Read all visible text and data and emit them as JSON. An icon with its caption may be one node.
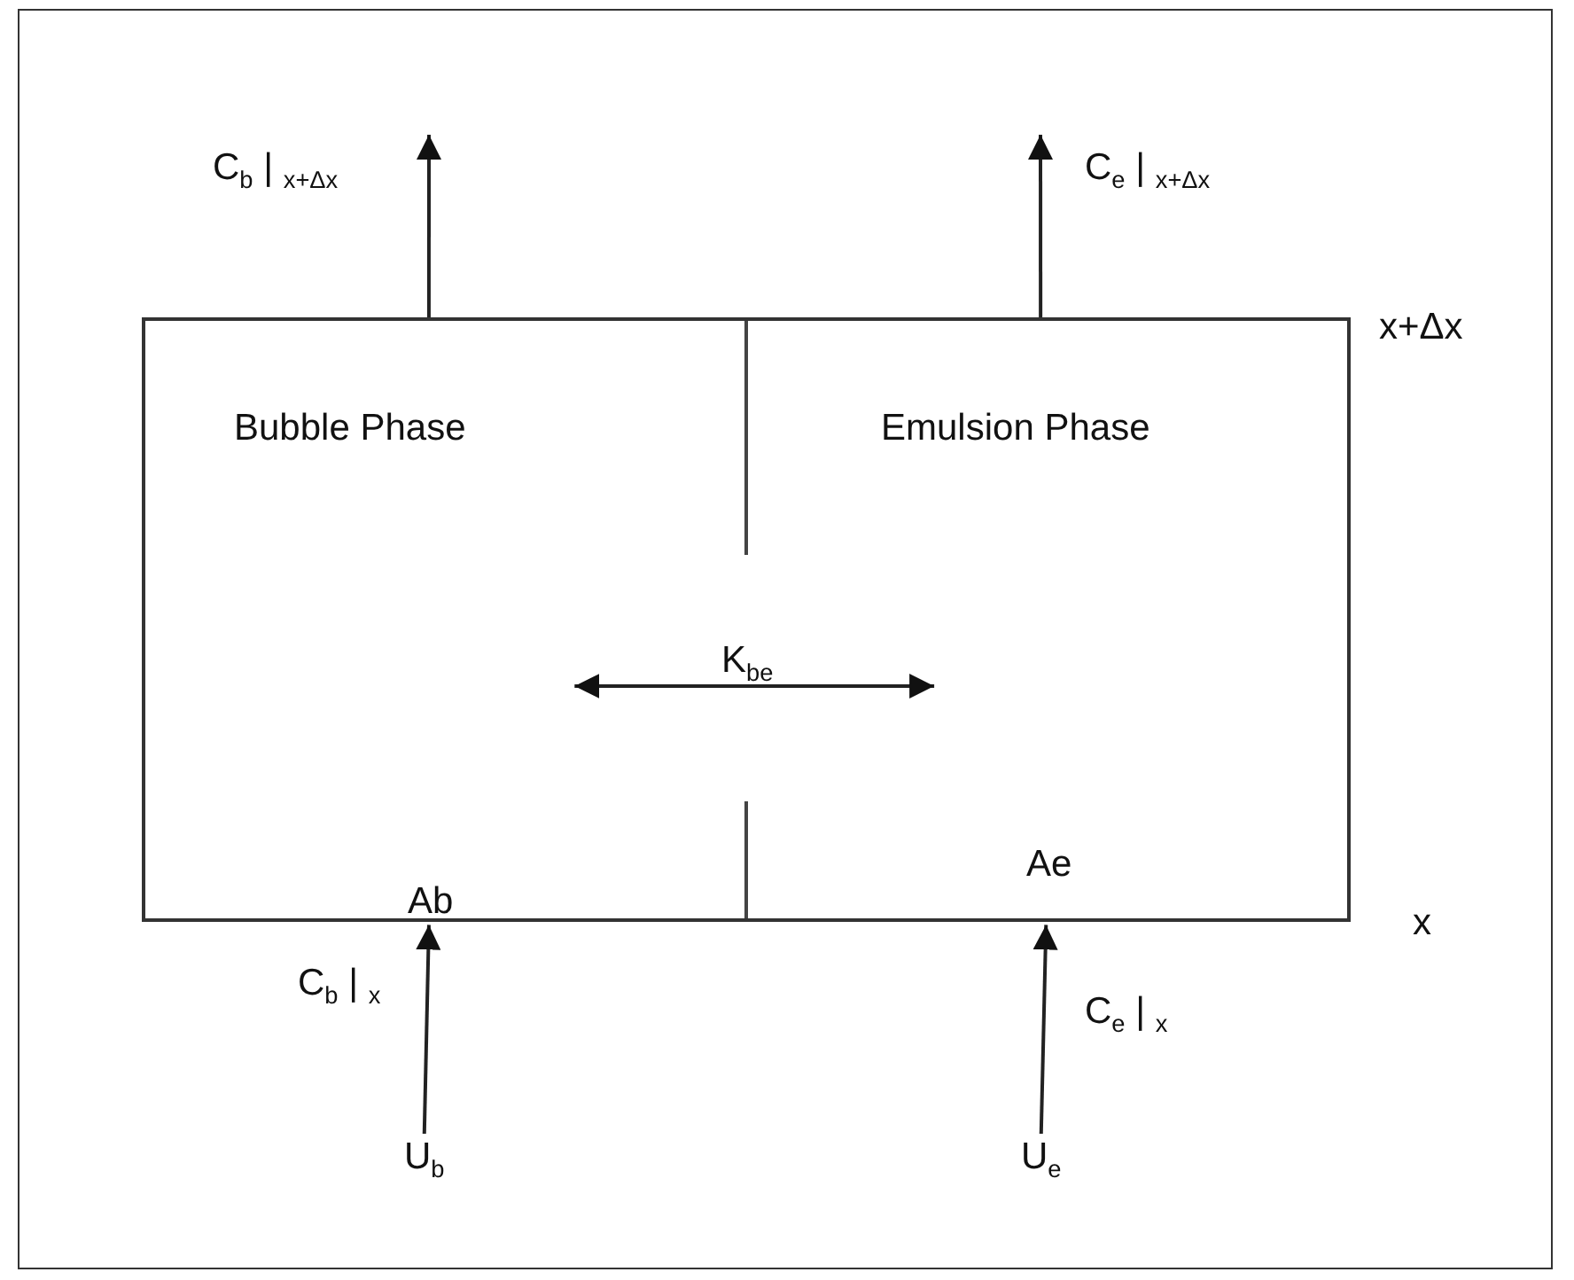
{
  "diagram": {
    "nodes": [
      {
        "text": [
          "Bubble Phase",
          "Ab"
        ]
      },
      {
        "text": [
          "Emulsion Phase",
          "Ae"
        ]
      },
      {
        "text": [
          "U$_{b}$"
        ]
      },
      {
        "text": [
          "U$_{e}$"
        ]
      }
    ],
    "edges": [
      {
        "from": 0,
        "to": null,
        "arrow": "to",
        "label": "C$_{b}$ | $_{x+Δx}$"
      },
      {
        "from": 1,
        "to": null,
        "arrow": "to",
        "label": "C$_{e}$ | $_{x+Δx}$"
      },
      {
        "from": 0,
        "to": 1,
        "arrow": "both",
        "label": "K$_{be}$"
      },
      {
        "from": 2,
        "to": 0,
        "arrow": "to",
        "label": "C$_{b}$ | $_{x}$"
      },
      {
        "from": 3,
        "to": 1,
        "arrow": "to",
        "label": "C$_{e}$ | $_{x}$"
      }
    ],
    "labels": [
      "x+Δx",
      "x"
    ]
  }
}
